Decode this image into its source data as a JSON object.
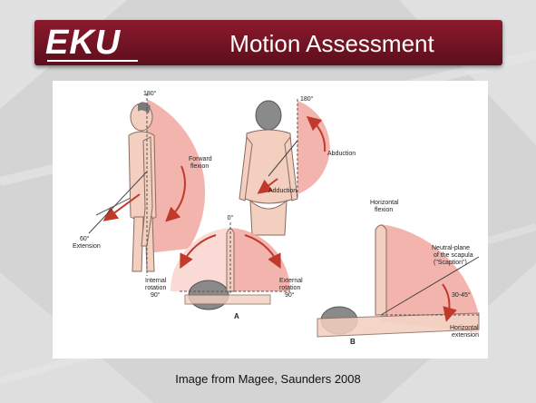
{
  "slide": {
    "logo_text": "EKU",
    "title": "Motion Assessment",
    "caption": "Image from Magee, Saunders 2008"
  },
  "colors": {
    "title_bar": "#7a1426",
    "wedge": "#f2a7a0",
    "arrow": "#c0392b",
    "skin": "#f3cfc0"
  },
  "figure": {
    "side_view": {
      "top_angle": "180°",
      "forward_label_1": "Forward",
      "forward_label_2": "flexion",
      "extension_angle": "60°",
      "extension_label": "Extension"
    },
    "back_view": {
      "top_angle": "180°",
      "abduction_label": "Abduction",
      "adduction_label": "Adduction"
    },
    "rotation_view": {
      "top_angle": "0°",
      "internal_label_1": "Internal",
      "internal_label_2": "rotation",
      "internal_angle": "90°",
      "external_label_1": "External",
      "external_label_2": "rotation",
      "external_angle": "90°",
      "panel_letter": "A"
    },
    "supine_view": {
      "horizontal_flexion_1": "Horizontal",
      "horizontal_flexion_2": "flexion",
      "neutral_1": "Neutral-plane",
      "neutral_2": "of the scapula",
      "neutral_3": "(\"Scaption\")",
      "angle_range": "30-45°",
      "horizontal_extension_1": "Horizontal",
      "horizontal_extension_2": "extension",
      "panel_letter": "B"
    }
  }
}
